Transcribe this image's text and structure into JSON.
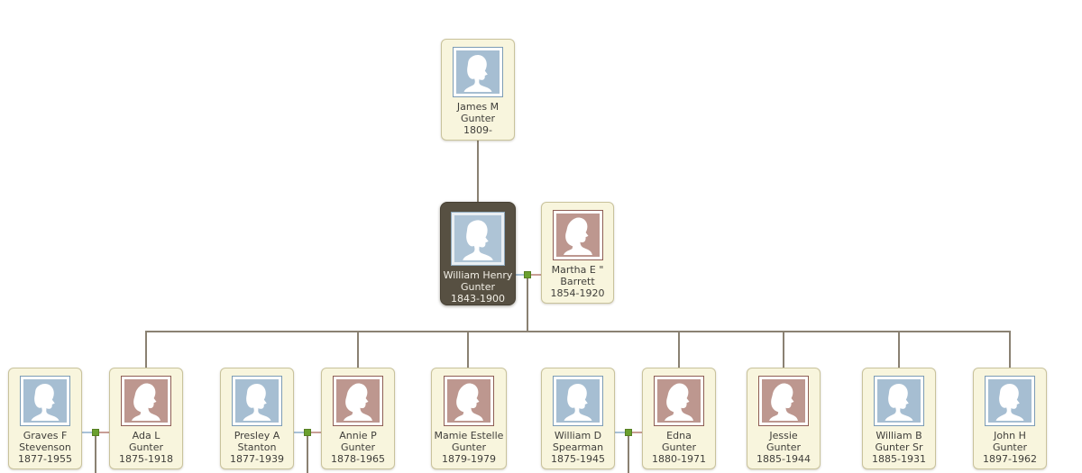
{
  "view": {
    "name": "family tree pedigree canvas"
  },
  "colors": {
    "canvas_bg": "#ffffff",
    "card_bg": "#f8f5dd",
    "card_border": "#c9c39c",
    "selected_card_bg": "#575042",
    "selected_card_text": "#f2efe6",
    "text": "#3f3e3a",
    "tree_line": "#8a8172",
    "marriage_line_male_side": "#a9c2d8",
    "marriage_line_female_side": "#c89e96",
    "marriage_node_green": "#6aa02f",
    "male_avatar_bg": "#a6bed2",
    "male_avatar_border": "#7c9cb5",
    "female_avatar_bg": "#bd978f",
    "female_avatar_border": "#8e5e55"
  },
  "icons": {
    "male_portrait": "male-profile-silhouette",
    "female_portrait": "female-profile-silhouette",
    "marriage_node": "green-union-square"
  },
  "persons": {
    "james": {
      "line1": "James M",
      "line2": "Gunter",
      "years": "1809-",
      "sex": "male"
    },
    "william_henry": {
      "line1": "William Henry",
      "line2": "Gunter",
      "years": "1843-1900",
      "sex": "male",
      "selected": true
    },
    "martha": {
      "line1": "Martha E \"",
      "line2": "Barrett",
      "years": "1854-1920",
      "sex": "female"
    },
    "graves": {
      "line1": "Graves F",
      "line2": "Stevenson",
      "years": "1877-1955",
      "sex": "male"
    },
    "ada": {
      "line1": "Ada L",
      "line2": "Gunter",
      "years": "1875-1918",
      "sex": "female"
    },
    "presley": {
      "line1": "Presley A",
      "line2": "Stanton",
      "years": "1877-1939",
      "sex": "male"
    },
    "annie": {
      "line1": "Annie P",
      "line2": "Gunter",
      "years": "1878-1965",
      "sex": "female"
    },
    "mamie": {
      "line1": "Mamie Estelle",
      "line2": "Gunter",
      "years": "1879-1979",
      "sex": "female"
    },
    "william_d": {
      "line1": "William D",
      "line2": "Spearman",
      "years": "1875-1945",
      "sex": "male"
    },
    "edna": {
      "line1": "Edna",
      "line2": "Gunter",
      "years": "1880-1971",
      "sex": "female"
    },
    "jessie": {
      "line1": "Jessie",
      "line2": "Gunter",
      "years": "1885-1944",
      "sex": "female"
    },
    "william_b": {
      "line1": "William B",
      "line2": "Gunter Sr",
      "years": "1885-1931",
      "sex": "male"
    },
    "john": {
      "line1": "John H",
      "line2": "Gunter",
      "years": "1897-1962",
      "sex": "male"
    }
  }
}
